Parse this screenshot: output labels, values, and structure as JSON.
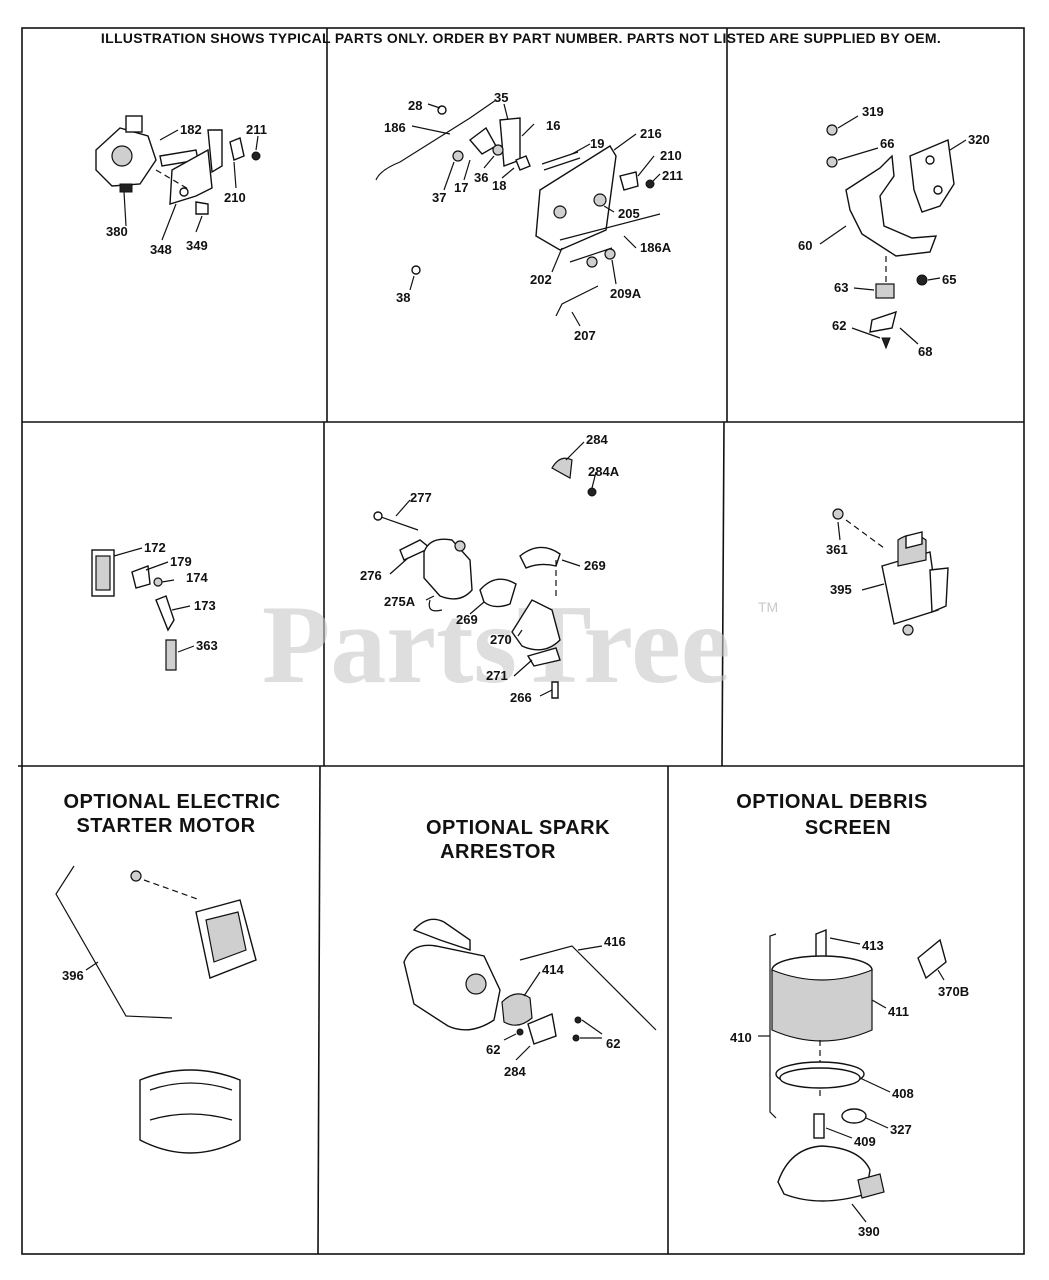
{
  "header": {
    "text": "ILLUSTRATION SHOWS TYPICAL PARTS ONLY. ORDER BY PART NUMBER. PARTS NOT LISTED ARE SUPPLIED BY OEM."
  },
  "watermark": {
    "text": "PartsTree",
    "trademark": "TM"
  },
  "sections": {
    "carburetor": {
      "labels": [
        "182",
        "211",
        "210",
        "380",
        "348",
        "349"
      ]
    },
    "governor": {
      "labels": [
        "28",
        "35",
        "186",
        "16",
        "19",
        "216",
        "210",
        "211",
        "37",
        "17",
        "36",
        "18",
        "205",
        "186A",
        "202",
        "209A",
        "38",
        "207"
      ]
    },
    "bracket": {
      "labels": [
        "319",
        "66",
        "320",
        "60",
        "63",
        "65",
        "62",
        "68"
      ]
    },
    "breather": {
      "labels": [
        "172",
        "179",
        "174",
        "173",
        "363"
      ]
    },
    "muffler": {
      "labels": [
        "284",
        "284A",
        "277",
        "276",
        "275A",
        "269",
        "269",
        "270",
        "271",
        "266"
      ]
    },
    "starter": {
      "labels": [
        "361",
        "395"
      ]
    },
    "optional_electric_starter": {
      "title_lines": [
        "OPTIONAL ELECTRIC",
        "STARTER MOTOR"
      ],
      "labels": [
        "396"
      ]
    },
    "optional_spark_arrestor": {
      "title_lines": [
        "OPTIONAL SPARK",
        "ARRESTOR"
      ],
      "labels": [
        "416",
        "414",
        "62",
        "62",
        "284"
      ]
    },
    "optional_debris_screen": {
      "title_lines": [
        "OPTIONAL DEBRIS",
        "SCREEN"
      ],
      "labels": [
        "413",
        "370B",
        "411",
        "410",
        "408",
        "327",
        "409",
        "390"
      ]
    }
  }
}
